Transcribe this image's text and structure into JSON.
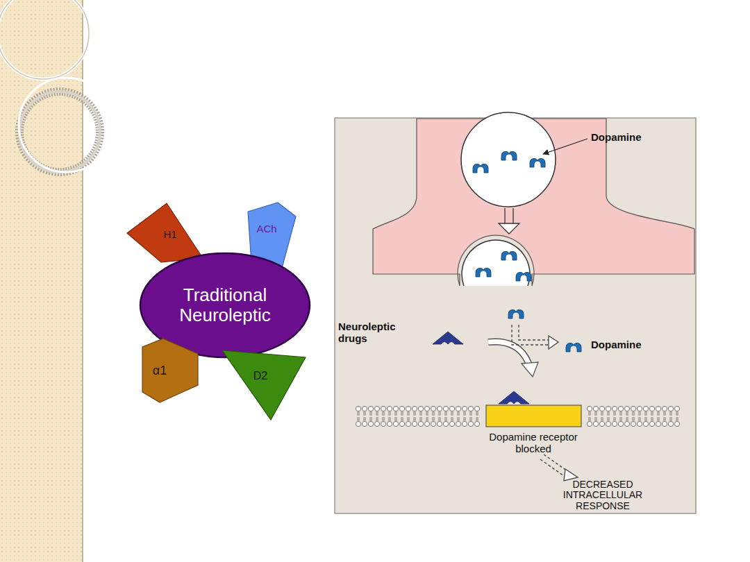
{
  "diagram": {
    "nodes": [
      {
        "text": [
          "H1"
        ]
      },
      {
        "text": [
          "ACh"
        ]
      },
      {
        "text": [
          "Traditional Neuroleptic"
        ]
      },
      {
        "text": [
          "α1"
        ]
      },
      {
        "text": [
          "D2"
        ]
      }
    ],
    "labels": [
      "Dopamine",
      "Neuroleptic drugs",
      "Dopamine",
      "Dopamine receptor blocked",
      "DECREASED INTRACELLULAR RESPONSE"
    ]
  }
}
